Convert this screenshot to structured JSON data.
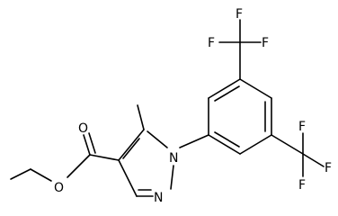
{
  "molecule": {
    "atoms": {
      "n1": "N",
      "n2": "N",
      "o_carbonyl": "O",
      "o_ester": "O",
      "f1": "F",
      "f2": "F",
      "f3": "F",
      "f4": "F",
      "f5": "F",
      "f6": "F"
    }
  }
}
